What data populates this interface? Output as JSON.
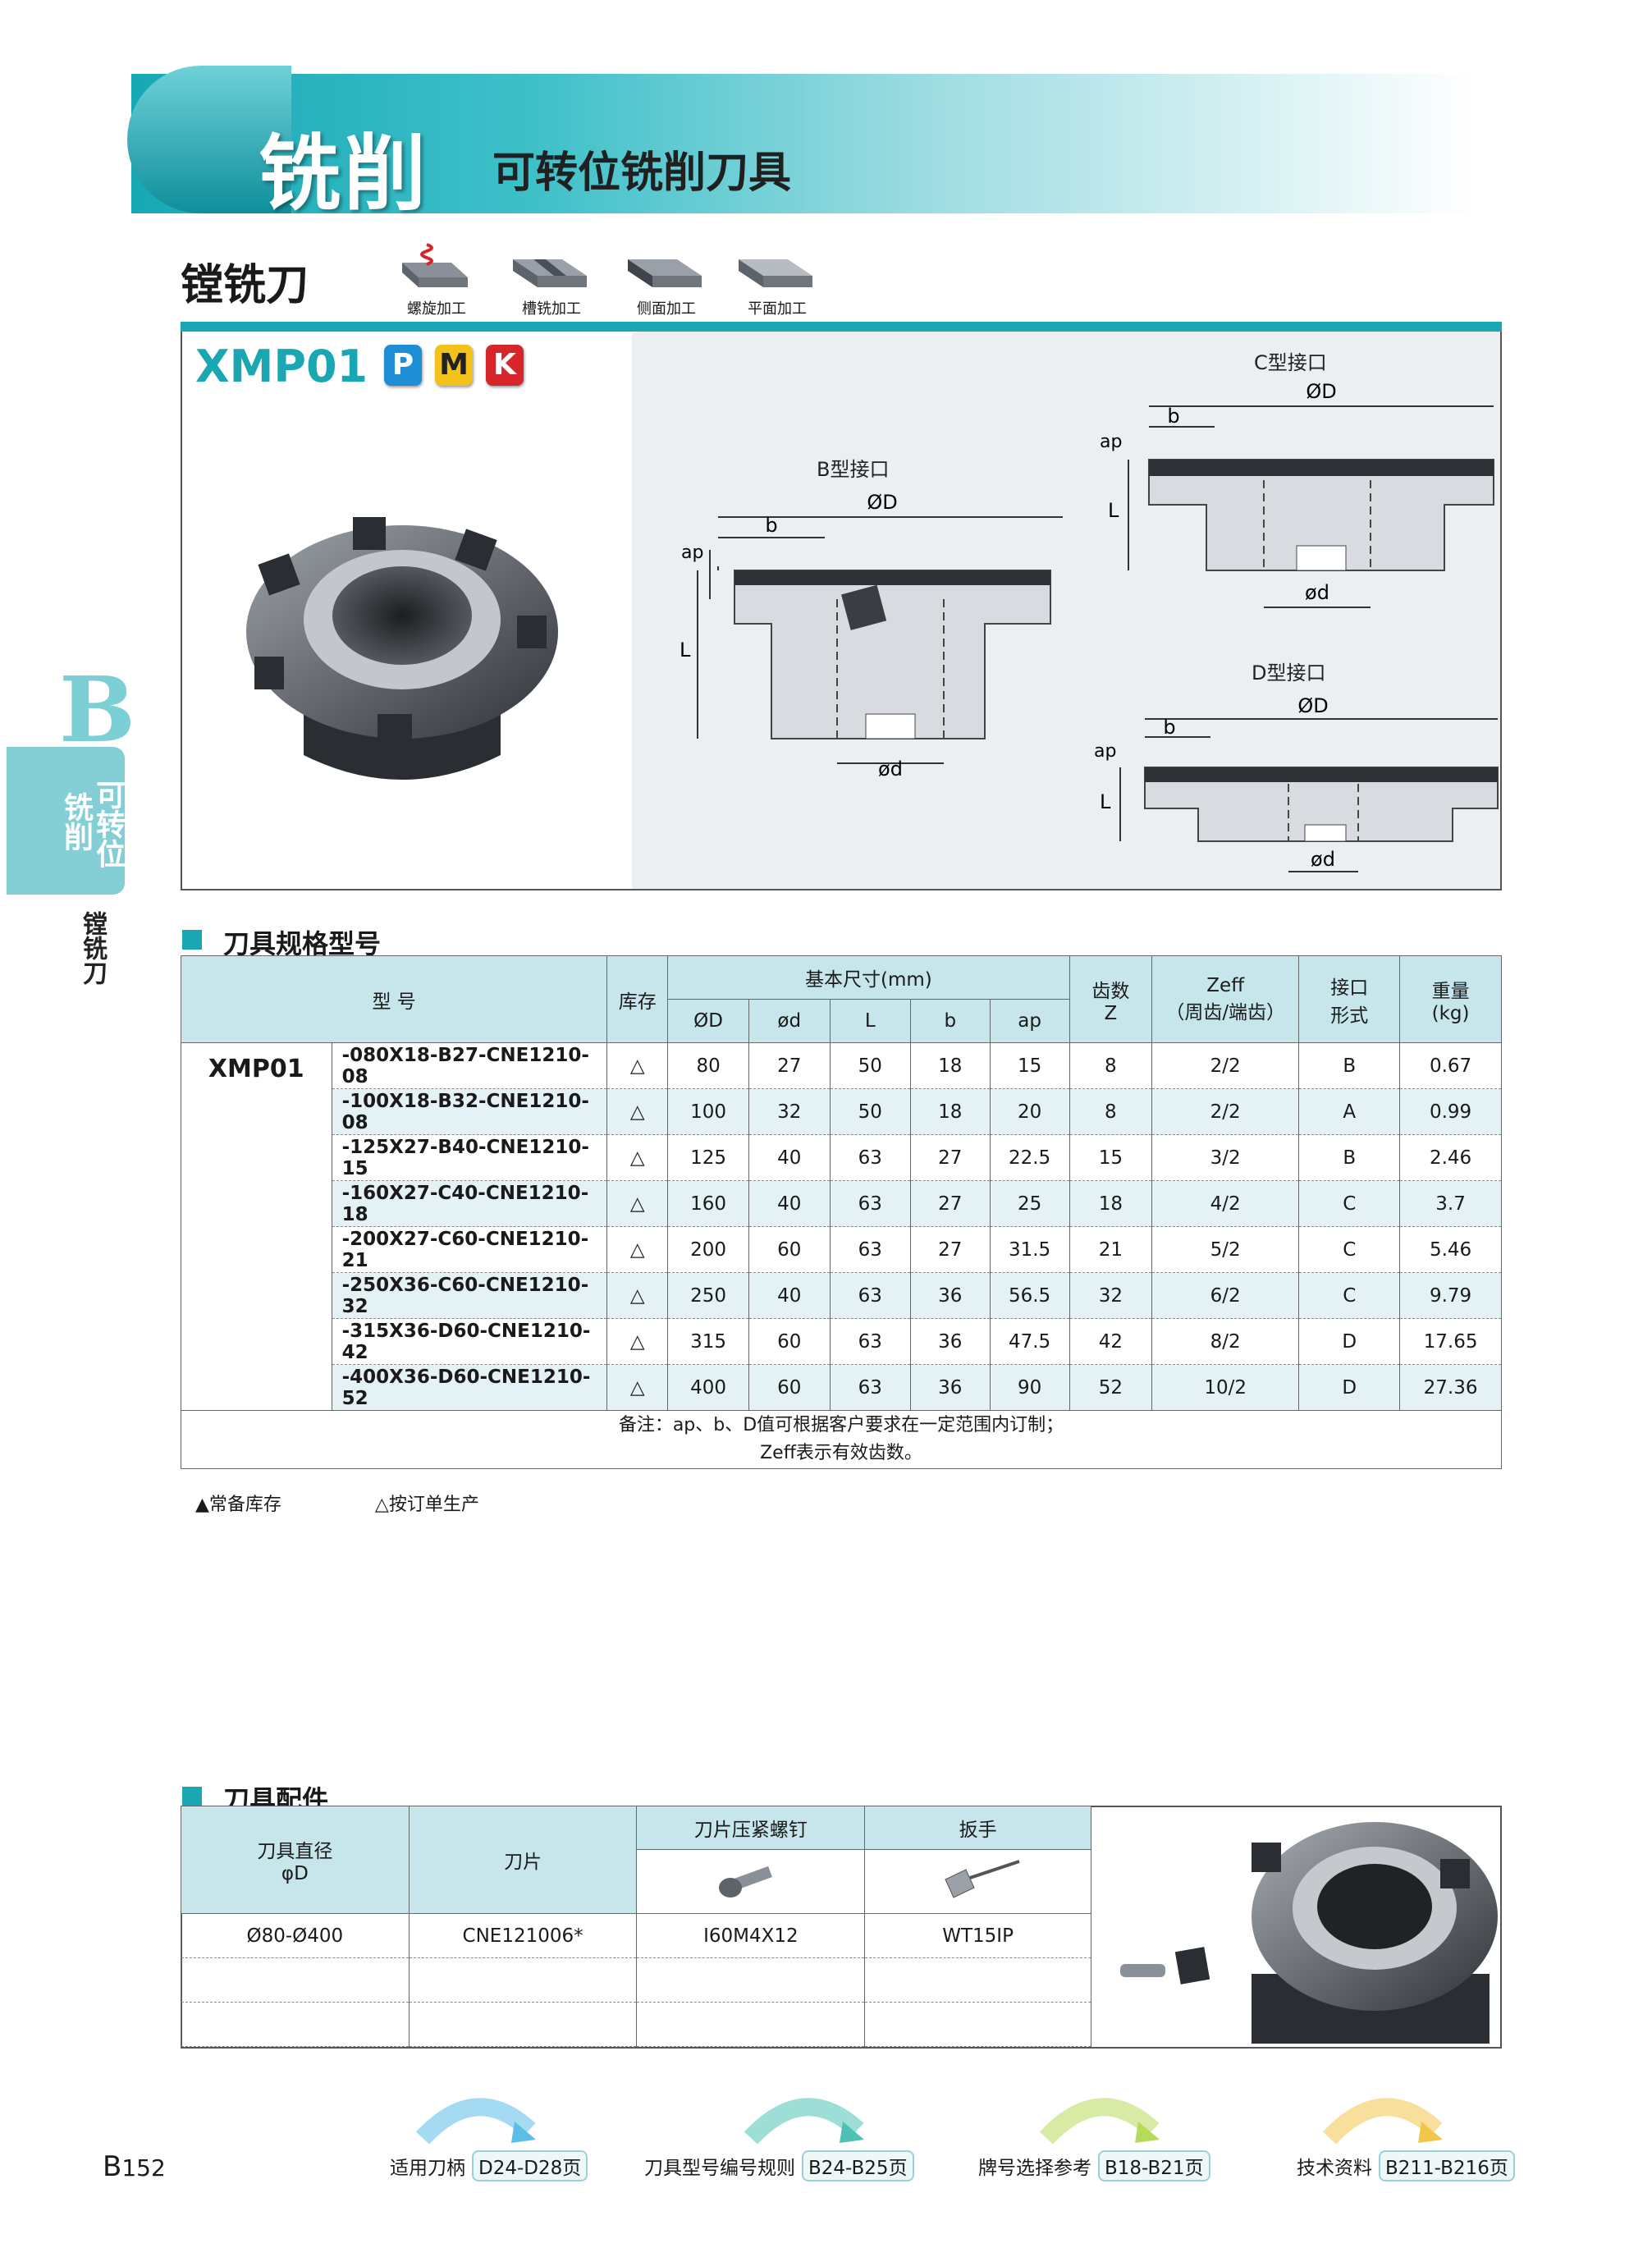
{
  "header": {
    "title": "铣削",
    "subtitle": "可转位铣削刀具"
  },
  "section": {
    "title": "镗铣刀",
    "operations": [
      {
        "label": "螺旋加工",
        "icon": "helical-milling-icon"
      },
      {
        "label": "槽铣加工",
        "icon": "slot-milling-icon"
      },
      {
        "label": "侧面加工",
        "icon": "side-milling-icon"
      },
      {
        "label": "平面加工",
        "icon": "face-milling-icon"
      }
    ]
  },
  "product": {
    "model": "XMP01",
    "materials": [
      {
        "code": "P",
        "color": "#1e8fd6"
      },
      {
        "code": "M",
        "color": "#f2c21b"
      },
      {
        "code": "K",
        "color": "#d7262a"
      }
    ]
  },
  "diagrams": {
    "b_type": {
      "title": "B型接口",
      "labels": [
        "ap",
        "b",
        "ØD",
        "L",
        "ød"
      ]
    },
    "c_type": {
      "title": "C型接口",
      "labels": [
        "ap",
        "b",
        "ØD",
        "L",
        "ød"
      ]
    },
    "d_type": {
      "title": "D型接口",
      "labels": [
        "ap",
        "b",
        "ØD",
        "L",
        "ød"
      ]
    }
  },
  "side_tab": {
    "letter": "B",
    "line1": "可转位",
    "line2": "铣削",
    "line3": "镗铣刀"
  },
  "spec_table": {
    "heading": "刀具规格型号",
    "headers": {
      "model": "型 号",
      "stock": "库存",
      "dims": "基本尺寸(mm)",
      "teeth": "齿数",
      "teeth_sub": "Z",
      "zeff": "Zeff",
      "zeff_sub": "（周齿/端齿）",
      "iface": "接口",
      "iface_sub": "形式",
      "weight": "重量",
      "weight_sub": "(kg)",
      "D": "ØD",
      "d": "ød",
      "L": "L",
      "b": "b",
      "ap": "ap"
    },
    "series": "XMP01",
    "rows": [
      {
        "code": "-080X18-B27-CNE1210-08",
        "stock": "△",
        "D": "80",
        "d": "27",
        "L": "50",
        "b": "18",
        "ap": "15",
        "z": "8",
        "zeff": "2/2",
        "iface": "B",
        "weight": "0.67"
      },
      {
        "code": "-100X18-B32-CNE1210-08",
        "stock": "△",
        "D": "100",
        "d": "32",
        "L": "50",
        "b": "18",
        "ap": "20",
        "z": "8",
        "zeff": "2/2",
        "iface": "A",
        "weight": "0.99"
      },
      {
        "code": "-125X27-B40-CNE1210-15",
        "stock": "△",
        "D": "125",
        "d": "40",
        "L": "63",
        "b": "27",
        "ap": "22.5",
        "z": "15",
        "zeff": "3/2",
        "iface": "B",
        "weight": "2.46"
      },
      {
        "code": "-160X27-C40-CNE1210-18",
        "stock": "△",
        "D": "160",
        "d": "40",
        "L": "63",
        "b": "27",
        "ap": "25",
        "z": "18",
        "zeff": "4/2",
        "iface": "C",
        "weight": "3.7"
      },
      {
        "code": "-200X27-C60-CNE1210-21",
        "stock": "△",
        "D": "200",
        "d": "60",
        "L": "63",
        "b": "27",
        "ap": "31.5",
        "z": "21",
        "zeff": "5/2",
        "iface": "C",
        "weight": "5.46"
      },
      {
        "code": "-250X36-C60-CNE1210-32",
        "stock": "△",
        "D": "250",
        "d": "40",
        "L": "63",
        "b": "36",
        "ap": "56.5",
        "z": "32",
        "zeff": "6/2",
        "iface": "C",
        "weight": "9.79"
      },
      {
        "code": "-315X36-D60-CNE1210-42",
        "stock": "△",
        "D": "315",
        "d": "60",
        "L": "63",
        "b": "36",
        "ap": "47.5",
        "z": "42",
        "zeff": "8/2",
        "iface": "D",
        "weight": "17.65"
      },
      {
        "code": "-400X36-D60-CNE1210-52",
        "stock": "△",
        "D": "400",
        "d": "60",
        "L": "63",
        "b": "36",
        "ap": "90",
        "z": "52",
        "zeff": "10/2",
        "iface": "D",
        "weight": "27.36"
      }
    ],
    "note1": "备注：ap、b、D值可根据客户要求在一定范围内订制；",
    "note2": "Zeff表示有效齿数。"
  },
  "legend": {
    "in_stock": "▲常备库存",
    "to_order": "△按订单生产"
  },
  "accessories": {
    "heading": "刀具配件",
    "headers": {
      "diameter": "刀具直径",
      "diameter_sub": "φD",
      "insert": "刀片",
      "screw": "刀片压紧螺钉",
      "wrench": "扳手"
    },
    "row": {
      "diameter": "Ø80-Ø400",
      "insert": "CNE121006*",
      "screw": "I60M4X12",
      "wrench": "WT15IP"
    }
  },
  "footer": {
    "page_letter": "B",
    "page_number": "152",
    "links": [
      {
        "label": "适用刀柄",
        "ref": "D24-D28页",
        "color": "#5bbde8"
      },
      {
        "label": "刀具型号编号规则",
        "ref": "B24-B25页",
        "color": "#4dc2b4"
      },
      {
        "label": "牌号选择参考",
        "ref": "B18-B21页",
        "color": "#b6db5a"
      },
      {
        "label": "技术资料",
        "ref": "B211-B216页",
        "color": "#f3c64a"
      }
    ]
  }
}
